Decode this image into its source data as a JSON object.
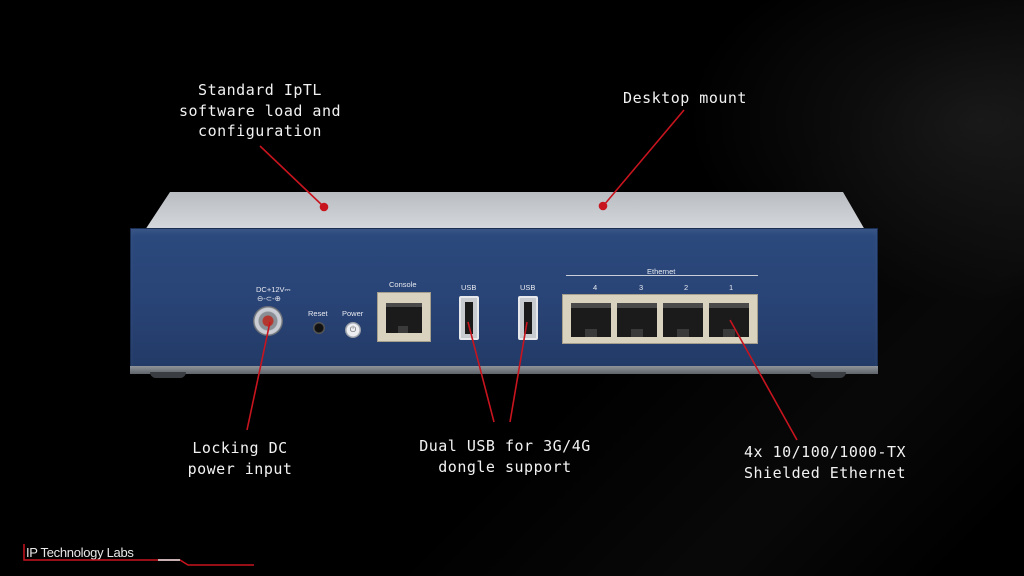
{
  "callouts": {
    "software": "Standard IpTL\nsoftware load and\nconfiguration",
    "mount": "Desktop mount",
    "dc_power": "Locking DC\npower input",
    "usb": "Dual USB for 3G/4G\ndongle support",
    "ethernet": "4x 10/100/1000-TX\nShielded Ethernet"
  },
  "panel": {
    "dc_label": "DC+12V⎓",
    "dc_polarity": "⊖-⊂-⊕",
    "reset_label": "Reset",
    "power_label": "Power",
    "console_label": "Console",
    "usb1_label": "USB",
    "usb2_label": "USB",
    "ethernet_label": "Ethernet",
    "ethernet_ports": [
      "4",
      "3",
      "2",
      "1"
    ]
  },
  "logo": {
    "text": "IP Technology Labs"
  },
  "colors": {
    "accent": "#c8141e",
    "panel": "#284274",
    "background": "#000000"
  }
}
